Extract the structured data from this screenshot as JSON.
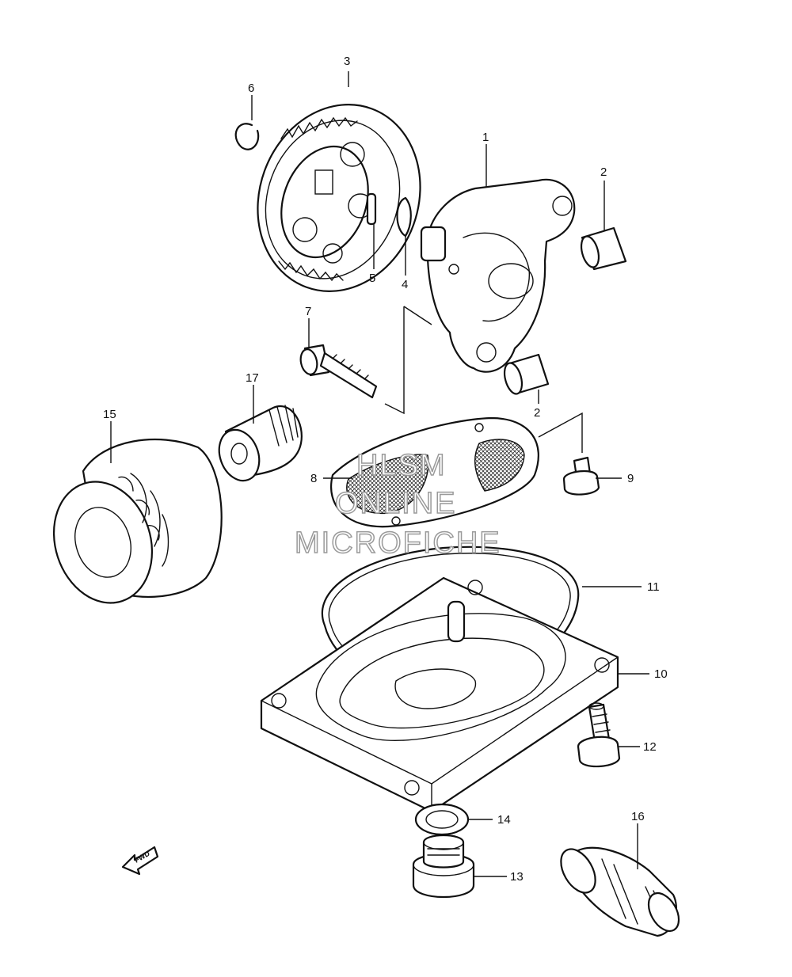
{
  "callouts": {
    "c1": "1",
    "c2a": "2",
    "c2b": "2",
    "c3": "3",
    "c4": "4",
    "c5": "5",
    "c6": "6",
    "c7": "7",
    "c8": "8",
    "c9": "9",
    "c10": "10",
    "c11": "11",
    "c12": "12",
    "c13": "13",
    "c14": "14",
    "c15": "15",
    "c16": "16",
    "c17": "17"
  },
  "watermark": {
    "line1": "HLSM",
    "line2": "ONLINE",
    "line3": "MICROFICHE"
  },
  "fwd_label": "FWD",
  "colors": {
    "ink": "#111111",
    "watermark_outline": "#9a9a9a",
    "background": "#ffffff"
  }
}
